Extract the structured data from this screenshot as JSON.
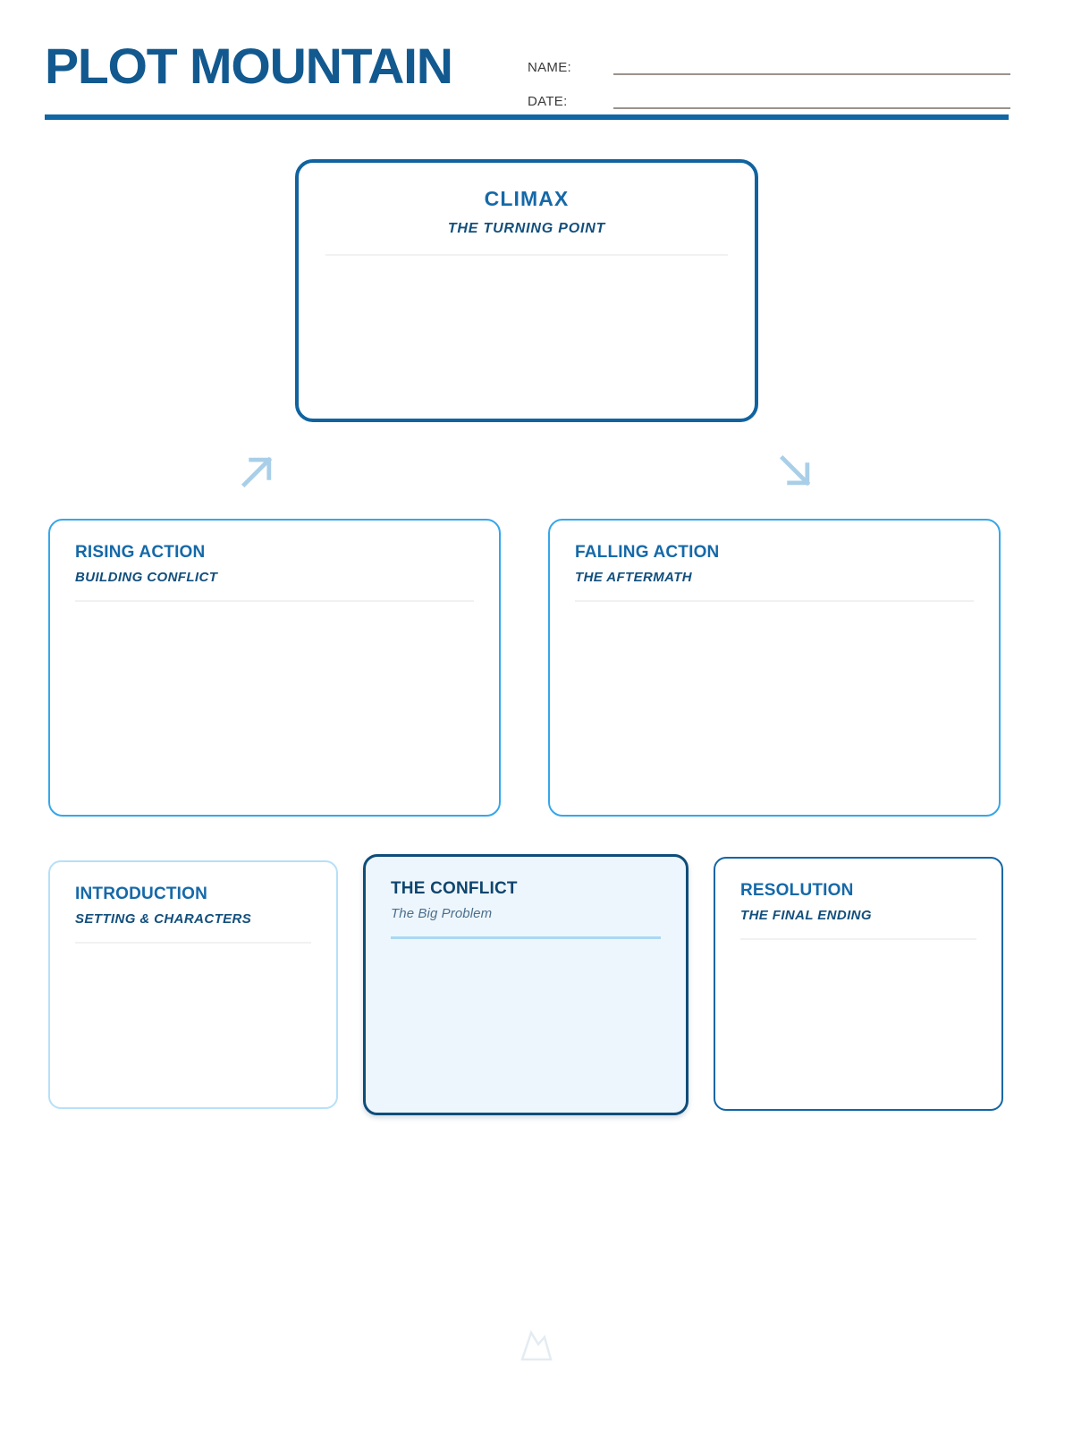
{
  "header": {
    "title": "PLOT MOUNTAIN",
    "name_label": "NAME:",
    "date_label": "DATE:",
    "name_value": "",
    "date_value": "",
    "accent_color": "#1166a5"
  },
  "boxes": {
    "climax": {
      "title": "CLIMAX",
      "subtitle": "THE TURNING POINT",
      "body": "",
      "border_color": "#10639f",
      "fill_color": "#ffffff"
    },
    "rising": {
      "title": "RISING ACTION",
      "subtitle": "BUILDING CONFLICT",
      "body": "",
      "border_color": "#35a7ea",
      "fill_color": "#ffffff"
    },
    "falling": {
      "title": "FALLING ACTION",
      "subtitle": "THE AFTERMATH",
      "body": "",
      "border_color": "#35a7ea",
      "fill_color": "#ffffff"
    },
    "introduction": {
      "title": "INTRODUCTION",
      "subtitle": "SETTING & CHARACTERS",
      "body": "",
      "border_color": "#b6e0f8",
      "fill_color": "#ffffff"
    },
    "conflict": {
      "title": "THE CONFLICT",
      "subtitle": "The Big Problem",
      "body": "",
      "border_color": "#0e4d79",
      "fill_color": "#eef6fd"
    },
    "resolution": {
      "title": "RESOLUTION",
      "subtitle": "THE FINAL ENDING",
      "body": "",
      "border_color": "#1166a5",
      "fill_color": "#ffffff"
    }
  },
  "icons": {
    "arrow_up_right": "arrow-up-right-icon",
    "arrow_down_right": "arrow-down-right-icon",
    "footer_mountain": "mountain-icon"
  }
}
